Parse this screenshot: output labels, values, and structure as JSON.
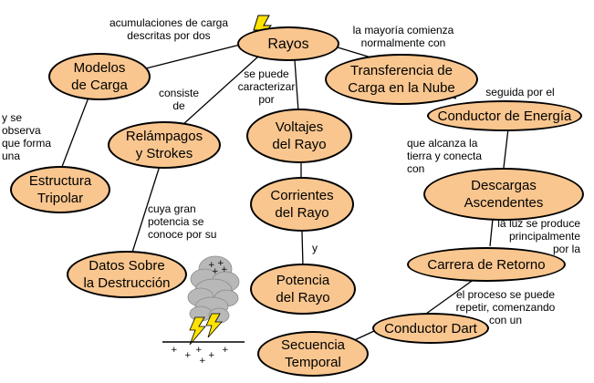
{
  "colors": {
    "node_fill": "#f9c68f",
    "node_stroke": "#000000",
    "line": "#000000",
    "lightning": "#ffe200"
  },
  "icons": {
    "top_icon": "lightning-bolt-icon",
    "storm_icon": "storm-cloud-lightning-icon"
  },
  "nodes": {
    "rayos": "Rayos",
    "modelos": "Modelos\nde Carga",
    "estructura": "Estructura\nTripolar",
    "relampagos": "Relámpagos\ny  Strokes",
    "datos": "Datos Sobre\nla Destrucción",
    "voltajes": "Voltajes\ndel Rayo",
    "corrientes": "Corrientes\ndel Rayo",
    "potencia": "Potencia\ndel Rayo",
    "transferencia": "Transferencia de\nCarga en la Nube",
    "conductor_energia": "Conductor de Energía",
    "descargas": "Descargas\nAscendentes",
    "carrera": "Carrera de Retorno",
    "conductor_dart": "Conductor Dart",
    "secuencia": "Secuencia\nTemporal"
  },
  "links": {
    "acumulaciones": "acumulaciones de carga\ndescritas por dos",
    "mayoria": "la mayoría comienza\nnormalmente con",
    "consiste": "consiste\nde",
    "caracterizar": "se puede\ncaracterizar\npor",
    "observa": "y se\nobserva\nque forma\nuna",
    "seguida": "seguida por el",
    "alcanza": "que alcanza la\ntierra y conecta\ncon",
    "gran_potencia": "cuya gran\npotencia se\nconoce por su",
    "y": "y",
    "luz": "la luz se produce\nprincipalmente\npor la",
    "proceso": "el proceso se puede\nrepetir, comenzando\ncon un"
  }
}
